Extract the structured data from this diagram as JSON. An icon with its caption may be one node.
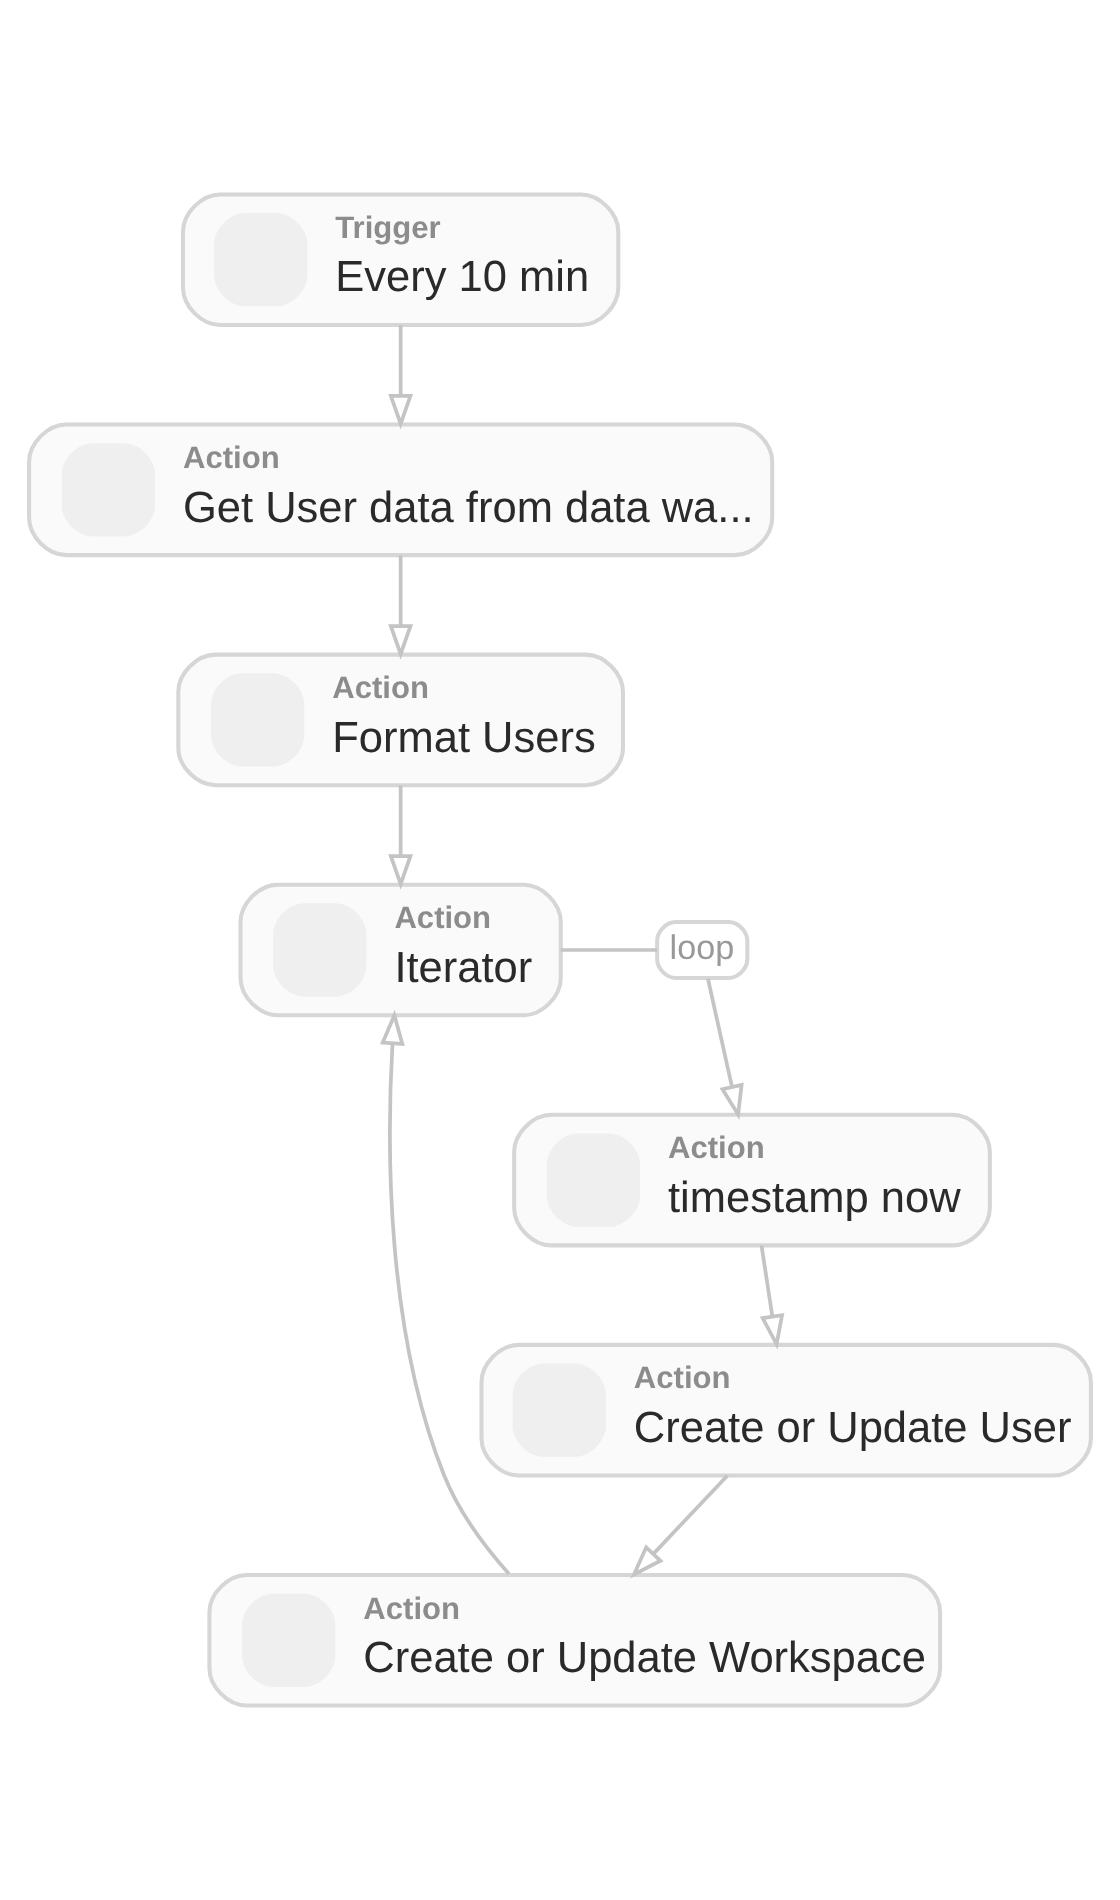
{
  "diagram": {
    "nodes": [
      {
        "text": [
          "Trigger",
          "Every 10 min"
        ]
      },
      {
        "text": [
          "Action",
          "Get User data from data wa..."
        ]
      },
      {
        "text": [
          "Action",
          "Format Users"
        ]
      },
      {
        "text": [
          "Action",
          "Iterator"
        ]
      },
      {
        "text": [
          "loop"
        ]
      },
      {
        "text": [
          "Action",
          "timestamp now"
        ]
      },
      {
        "text": [
          "Action",
          "Create or Update User"
        ]
      },
      {
        "text": [
          "Action",
          "Create or Update Workspace"
        ]
      }
    ],
    "edges": [
      {
        "from": 0,
        "to": 1,
        "arrow": "to"
      },
      {
        "from": 1,
        "to": 2,
        "arrow": "to"
      },
      {
        "from": 2,
        "to": 3,
        "arrow": "to"
      },
      {
        "from": 3,
        "to": 4,
        "arrow": "none"
      },
      {
        "from": 4,
        "to": 5,
        "arrow": "to"
      },
      {
        "from": 5,
        "to": 6,
        "arrow": "to"
      },
      {
        "from": 6,
        "to": 7,
        "arrow": "to"
      },
      {
        "from": 7,
        "to": 3,
        "arrow": "to"
      }
    ]
  }
}
